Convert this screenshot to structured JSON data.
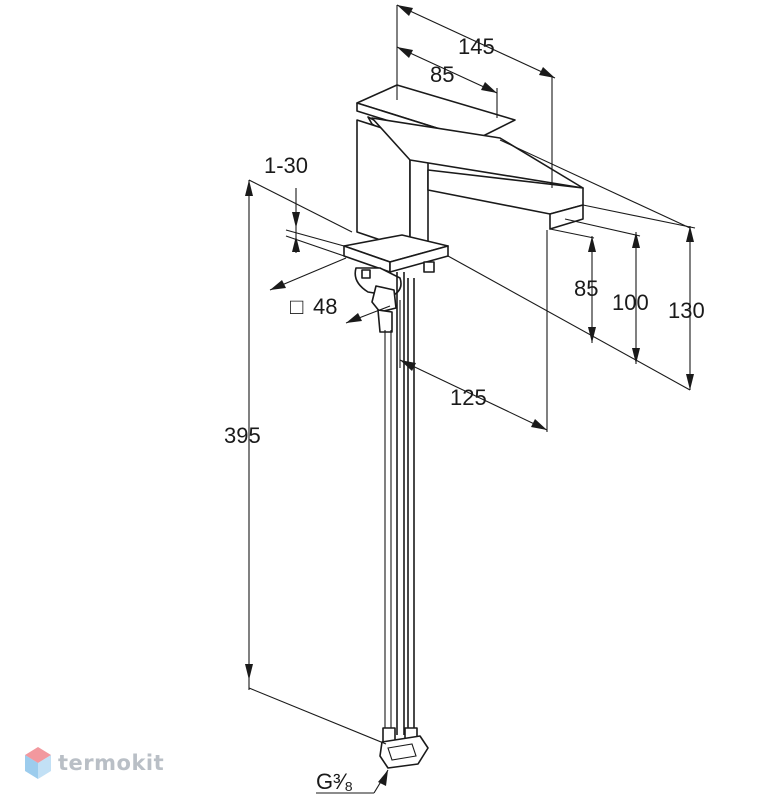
{
  "dimensions": {
    "width_total": "145",
    "width_lever": "85",
    "rotation_range": "1-30",
    "base_square": "48",
    "square_symbol": "□",
    "spout_height_85": "85",
    "spout_height_100": "100",
    "overall_height": "130",
    "spout_reach": "125",
    "hose_length": "395",
    "connection_thread": "G³⁄₈"
  },
  "watermark": {
    "brand": "termokit"
  },
  "colors": {
    "line": "#1a1a1a",
    "watermark_text": "#b9bfc6",
    "logo_red": "#e8434f",
    "logo_blue": "#4aa3df"
  }
}
